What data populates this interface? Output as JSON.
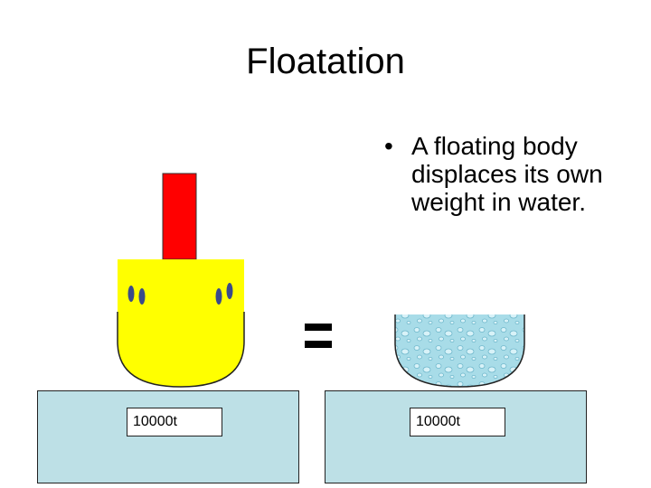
{
  "slide": {
    "title": "Floatation",
    "bullet": "A floating body displaces its own weight in water.",
    "bullet_symbol": "•"
  },
  "scales": {
    "left_reading": "10000t",
    "right_reading": "10000t"
  },
  "colors": {
    "boat_hull": "#ffff00",
    "funnel": "#ff0000",
    "portholes": "#3a4a8a",
    "scale": "#bde0e6",
    "water": "#a8dce8"
  },
  "icons": {
    "boat": "boat-icon",
    "water": "water-basin-icon",
    "equals": "equals-sign-icon"
  }
}
